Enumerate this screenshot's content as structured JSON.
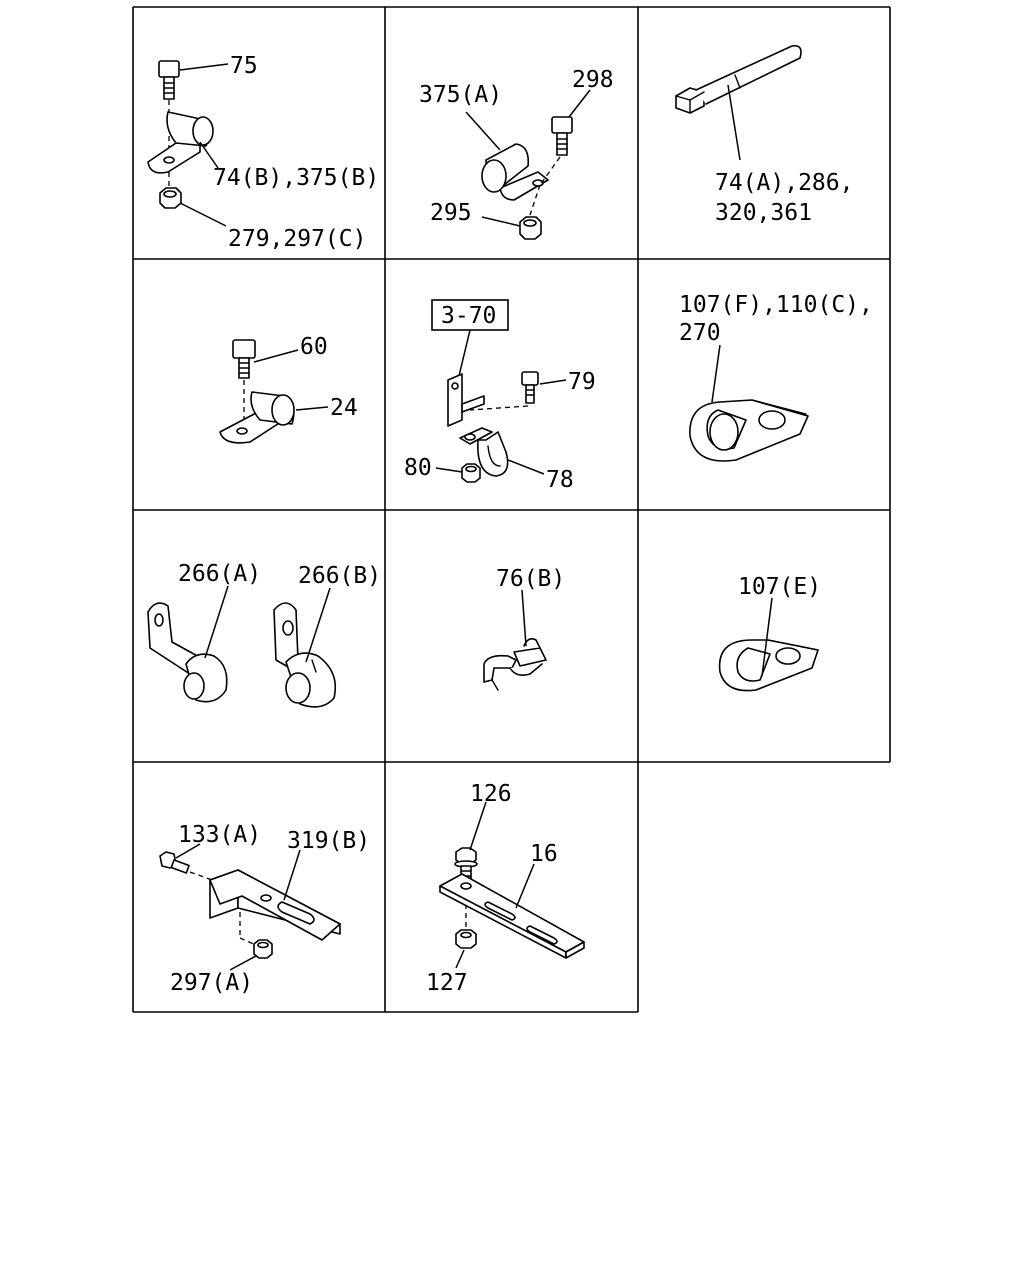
{
  "labels": {
    "c1": [
      "75",
      "74(B),375(B)",
      "279,297(C)"
    ],
    "c2": [
      "375(A)",
      "298",
      "295"
    ],
    "c3": [
      "74(A),286,",
      "320,361"
    ],
    "c4": [
      "60",
      "24"
    ],
    "c5": [
      "3-70",
      "79",
      "80",
      "78"
    ],
    "c6": [
      "107(F),110(C),",
      "270"
    ],
    "c7": [
      "266(A)",
      "266(B)"
    ],
    "c8": [
      "76(B)"
    ],
    "c9": [
      "107(E)"
    ],
    "c10": [
      "133(A)",
      "319(B)",
      "297(A)"
    ],
    "c11": [
      "126",
      "16",
      "127"
    ]
  }
}
